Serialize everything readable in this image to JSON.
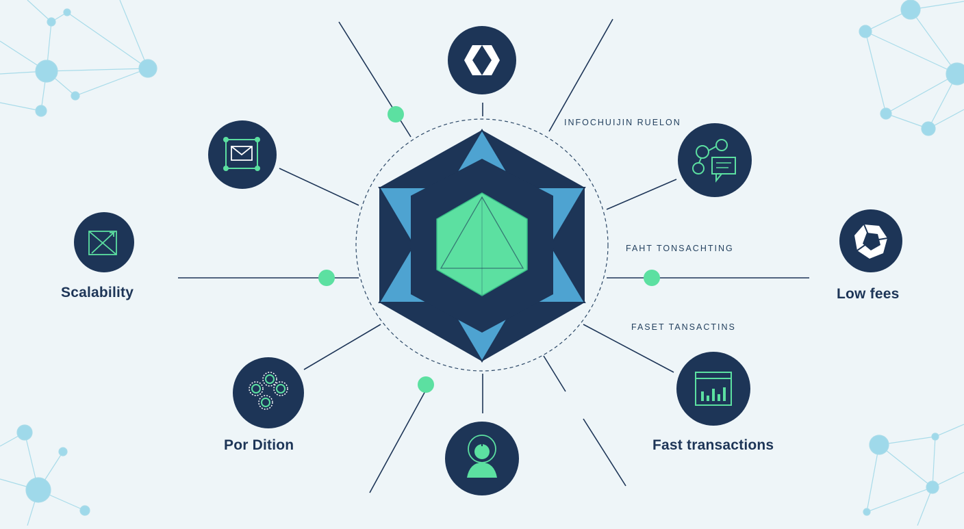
{
  "labels": {
    "scalability": "Scalability",
    "low_fees": "Low fees",
    "fast_transactions": "Fast transactions",
    "por_dition": "Por Dition",
    "infochuin_ruelon": "INFOCHUIJIN RUELON",
    "faht_tonsacting": "FAHT TONSACHTING",
    "faset_tansactins": "FASET TANSACTINS"
  },
  "colors": {
    "background": "#eef5f8",
    "navy": "#1d3557",
    "blue": "#4ea3d1",
    "green": "#5ce0a1",
    "network_node": "#9fd9ea"
  },
  "icons": {
    "top": "hexagon-triangles-icon",
    "envelope": "envelope-node-icon",
    "scalability": "expand-arrow-icon",
    "cogs": "gears-network-icon",
    "user": "user-headset-icon",
    "chart": "chart-window-icon",
    "network_chat": "network-chat-icon",
    "low_fees": "polygon-shape-icon"
  }
}
